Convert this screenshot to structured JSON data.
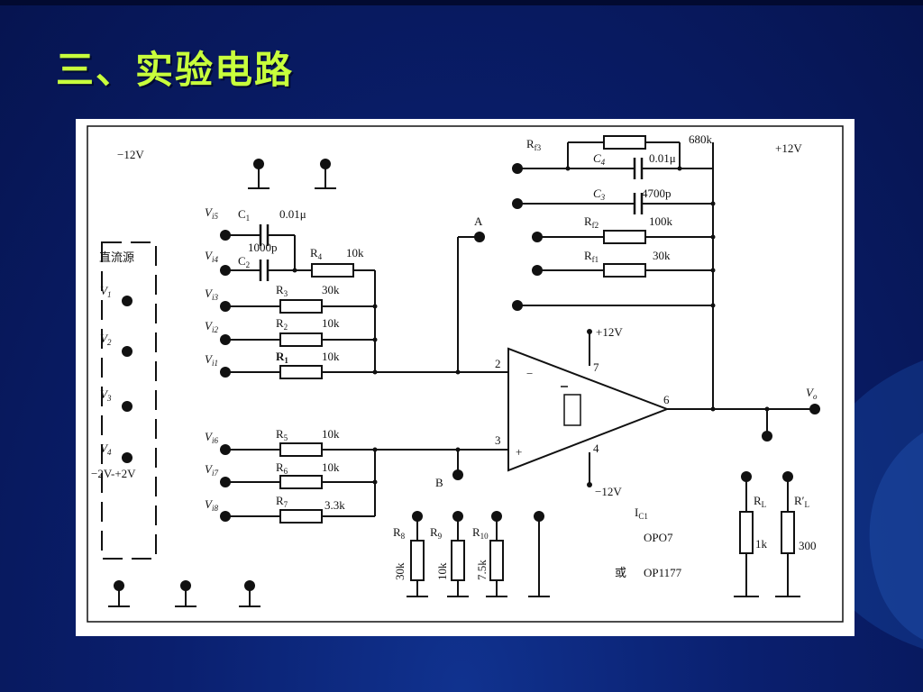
{
  "slide": {
    "title": "三、实验电路"
  },
  "circuit": {
    "supply_neg": "−12V",
    "supply_pos": "+12V",
    "dc_source": {
      "title": "直流源",
      "v1": "V",
      "v1s": "1",
      "v2": "V",
      "v2s": "2",
      "v3": "V",
      "v3s": "3",
      "v4": "V",
      "v4s": "4",
      "range": "−2V-+2V"
    },
    "inputs": {
      "vi5": "V",
      "vi5s": "i5",
      "vi4": "V",
      "vi4s": "i4",
      "vi3": "V",
      "vi3s": "i3",
      "vi2": "V",
      "vi2s": "i2",
      "vi1": "V",
      "vi1s": "i1",
      "vi6": "V",
      "vi6s": "i6",
      "vi7": "V",
      "vi7s": "i7",
      "vi8": "V",
      "vi8s": "i8"
    },
    "components": {
      "c1": "C",
      "c1s": "1",
      "c1v": "0.01μ",
      "c2": "C",
      "c2s": "2",
      "c12v": "1000p",
      "r4": "R",
      "r4s": "4",
      "r4v": "10k",
      "r3": "R",
      "r3s": "3",
      "r3v": "30k",
      "r2": "R",
      "r2s": "2",
      "r2v": "10k",
      "r1": "R",
      "r1s": "1",
      "r1v": "10k",
      "r5": "R",
      "r5s": "5",
      "r5v": "10k",
      "r6": "R",
      "r6s": "6",
      "r6v": "10k",
      "r7": "R",
      "r7s": "7",
      "r7v": "3.3k",
      "r8": "R",
      "r8s": "8",
      "r8v": "30k",
      "r9": "R",
      "r9s": "9",
      "r9v": "10k",
      "r10": "R",
      "r10s": "10",
      "r10v": "7.5k",
      "rf3": "R",
      "rf3s": "f3",
      "rf3v": "680k",
      "c4": "C",
      "c4s": "4",
      "c4v": "0.01μ",
      "c3": "C",
      "c3s": "3",
      "c3v": "4700p",
      "rf2": "R",
      "rf2s": "f2",
      "rf2v": "100k",
      "rf1": "R",
      "rf1s": "f1",
      "rf1v": "30k",
      "rl": "R",
      "rls": "L",
      "rlv": "1k",
      "rl2": "R′",
      "rl2s": "L",
      "rl2v": "300"
    },
    "nodes": {
      "a": "A",
      "b": "B",
      "vo": "V",
      "vos": "o"
    },
    "opamp": {
      "pin2": "2",
      "pin3": "3",
      "pin4": "4",
      "pin6": "6",
      "pin7": "7",
      "minus": "−",
      "plus": "+",
      "vpos": "+12V",
      "vneg": "−12V",
      "ic": "I",
      "ics": "C1",
      "model1": "OPO7",
      "or": "或",
      "model2": "OP1177"
    }
  },
  "colors": {
    "title": "#c8ff3c",
    "background": "#0a1f6e",
    "panel": "#ffffff",
    "ink": "#111111"
  }
}
